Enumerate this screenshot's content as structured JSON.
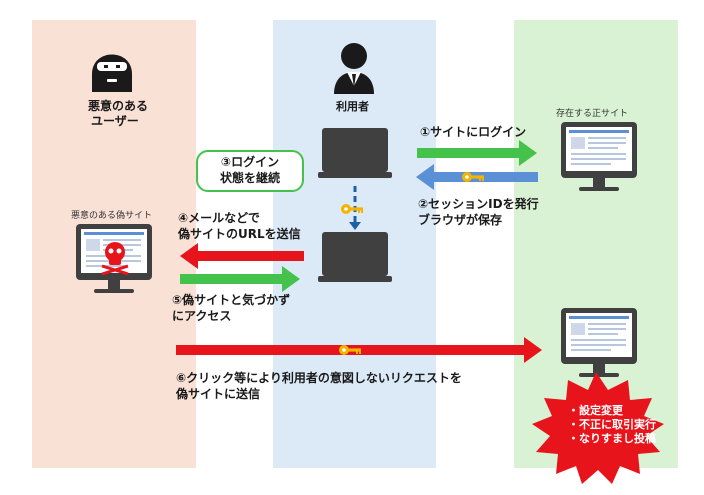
{
  "columns": {
    "left": {
      "title_line1": "悪意のある",
      "title_line2": "ユーザー",
      "site_label": "悪意のある偽サイト"
    },
    "middle": {
      "title": "利用者"
    },
    "right": {
      "site_label": "存在する正サイト"
    }
  },
  "steps": {
    "s1": "①サイトにログイン",
    "s2_line1": "②セッションIDを発行",
    "s2_line2": "ブラウザが保存",
    "s3_line1": "③ログイン",
    "s3_line2": "状態を継続",
    "s4_line1": "④メールなどで",
    "s4_line2": "偽サイトのURLを送信",
    "s5_line1": "⑤偽サイトと気づかず",
    "s5_line2": "にアクセス",
    "s6_line1": "⑥クリック等により利用者の意図しないリクエストを",
    "s6_line2": "偽サイトに送信"
  },
  "starburst": {
    "items": [
      "・設定変更",
      "・不正に取引実行",
      "・なりすまし投稿"
    ]
  },
  "colors": {
    "green": "#44c24c",
    "blue": "#5b8fd6",
    "red": "#e8141b",
    "key": "#f4b400"
  },
  "icons": [
    "hacker-icon",
    "user-icon",
    "laptop-icon",
    "monitor-icon",
    "skull-icon",
    "key-icon"
  ]
}
